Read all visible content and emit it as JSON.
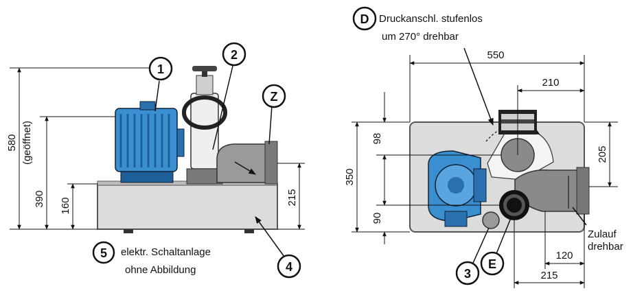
{
  "colors": {
    "housing": "#dcdcdc",
    "housing_edge": "#555555",
    "motor_blue": "#3a8fd0",
    "motor_dark": "#1f5f99",
    "pipe_gray": "#8a8a8a",
    "line": "#111111"
  },
  "side_view": {
    "dimensions": {
      "total_height": "580",
      "total_height_note": "(geöffnet)",
      "motor_height": "390",
      "tank_height": "160",
      "outlet_height": "215"
    },
    "markers": {
      "motor": "1",
      "valve": "2",
      "outlet": "Z",
      "tank": "4",
      "control": "5"
    },
    "control_note_line1": "elektr. Schaltanlage",
    "control_note_line2": "ohne Abbildung"
  },
  "top_view": {
    "dimensions": {
      "width": "550",
      "pressure_offset": "210",
      "inlet_offset": "205",
      "depth": "350",
      "upper_offset": "98",
      "lower_offset": "90",
      "inlet_pipe_offset": "120",
      "e_offset": "215"
    },
    "markers": {
      "pressure": "D",
      "small_port": "3",
      "port_e": "E"
    },
    "pressure_note_line1": "Druckanschl. stufenlos",
    "pressure_note_line2": "um 270° drehbar",
    "inlet_note_line1": "Zulauf",
    "inlet_note_line2": "drehbar"
  }
}
